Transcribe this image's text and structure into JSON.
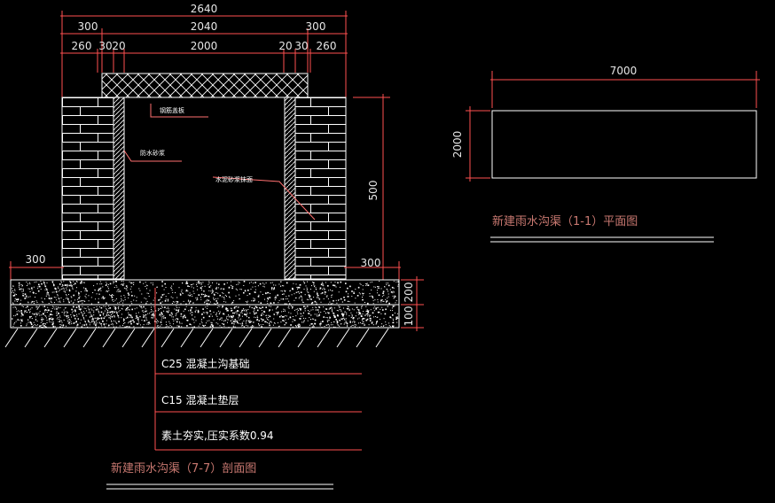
{
  "colors": {
    "background": "#000000",
    "dimension_line": "#ff5050",
    "dimension_text": "#e6e6e6",
    "outline": "#ffffff",
    "leader": "#ff7070",
    "title": "#c87870"
  },
  "section_view": {
    "dims_top": {
      "overall": "2640",
      "row2": [
        "300",
        "2040",
        "300"
      ],
      "row3": [
        "260",
        "30",
        "20",
        "2000",
        "20",
        "30",
        "260"
      ]
    },
    "dim_height": "500",
    "dim_ledge_left": "300",
    "dim_ledge_right": "300",
    "dim_base_layers": [
      "200",
      "100"
    ],
    "notes": {
      "cover": "钢筋盖板",
      "waterproof": "防水砂浆",
      "plaster": "水泥砂浆抹面"
    },
    "layer_legend": [
      "C25 混凝土沟基础",
      "C15 混凝土垫层",
      "素土夯实,压实系数0.94"
    ],
    "title": "新建雨水沟渠（7-7）剖面图"
  },
  "plan_view": {
    "dim_length": "7000",
    "dim_width": "2000",
    "title": "新建雨水沟渠（1-1）平面图"
  }
}
